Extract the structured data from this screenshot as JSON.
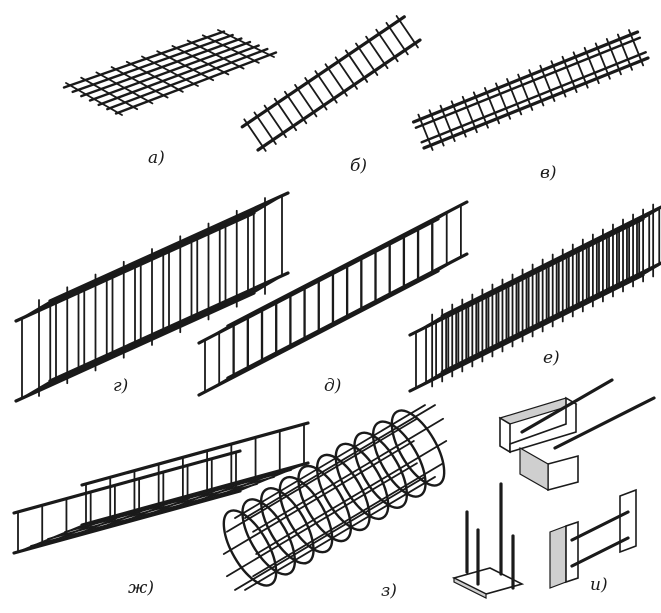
{
  "figure": {
    "labels": {
      "a": "а)",
      "b": "б)",
      "v": "в)",
      "g": "г)",
      "d": "д)",
      "e": "е)",
      "zh": "ж)",
      "z": "з)",
      "i": "и)"
    },
    "items": [
      {
        "id": "a",
        "kind": "flat-mesh"
      },
      {
        "id": "b",
        "kind": "flat-ladder-frame"
      },
      {
        "id": "v",
        "kind": "flat-ladder-frame-double"
      },
      {
        "id": "g",
        "kind": "spatial-cage-open"
      },
      {
        "id": "d",
        "kind": "spatial-cage-beam"
      },
      {
        "id": "e",
        "kind": "spatial-cage-dense"
      },
      {
        "id": "zh",
        "kind": "u-shaped-cage"
      },
      {
        "id": "z",
        "kind": "spiral-column-cage"
      },
      {
        "id": "i",
        "kind": "embedded-parts"
      }
    ]
  }
}
